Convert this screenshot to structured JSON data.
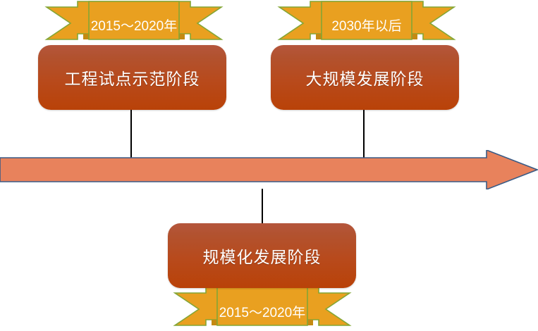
{
  "diagram": {
    "type": "timeline",
    "title": "",
    "arrow": {
      "name": "timeline-arrow",
      "direction": "right",
      "fill_color": "#E8825C",
      "stroke_color": "#3A5B86"
    },
    "ribbon_style": {
      "fill_color": "#E9A020",
      "stroke_color": "#84A635",
      "fold_color": "#C48A12",
      "text_color": "#FFFFFF"
    },
    "box_style": {
      "gradient_top": "#B5563C",
      "gradient_bottom": "#B94208",
      "text_color": "#FFFFFF"
    },
    "connector_color": "#000000",
    "milestones": [
      {
        "id": "pilot",
        "banner": "2015～2020年",
        "label": "工程试点示范阶段",
        "position": "above"
      },
      {
        "id": "large-scale",
        "banner": "2030年以后",
        "label": "大规模发展阶段",
        "position": "above"
      },
      {
        "id": "scaled",
        "banner": "2015～2020年",
        "label": "规模化发展阶段",
        "position": "below"
      }
    ]
  }
}
